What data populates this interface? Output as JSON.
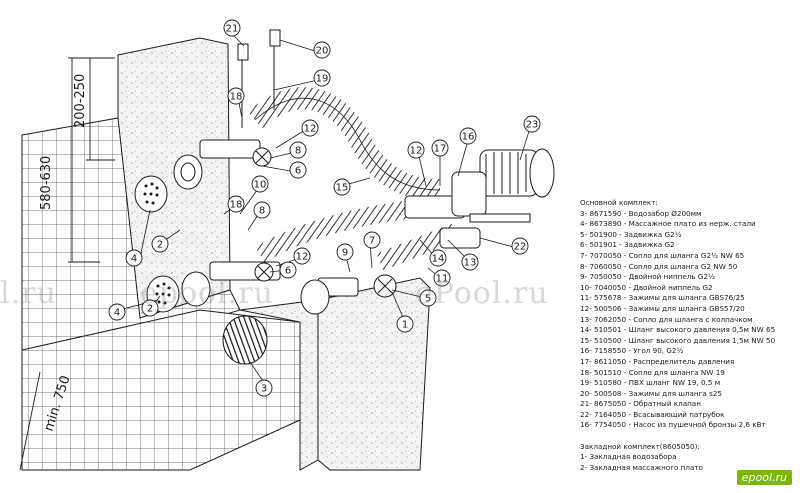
{
  "diagram": {
    "dimensions": {
      "height_total": "580-630",
      "height_upper": "200-250",
      "min_width": "min. 750"
    },
    "callouts": [
      "21",
      "20",
      "19",
      "18",
      "12",
      "8",
      "6",
      "16",
      "23",
      "12",
      "17",
      "15",
      "18",
      "8",
      "10",
      "22",
      "13",
      "12",
      "9",
      "7",
      "6",
      "14",
      "11",
      "1",
      "5",
      "2",
      "4",
      "2",
      "3",
      "4"
    ],
    "colors": {
      "line": "#1a1a1a",
      "hatch": "#555555",
      "wall": "#f2f2f2",
      "watermark_brand": "#7ab800"
    }
  },
  "legend": {
    "title": "Основной комплект:",
    "items": [
      "3- 8671590 - Водозабор Ø200мм",
      "4- 8673890 - Массажное плато из нерж. стали",
      "5- 501900 - Задвижка G2½",
      "6- 501901 - Задвижка G2",
      "7- 7070050 - Сопло для шланга G2½ NW 65",
      "8- 7060050 - Сопло для шланга G2 NW 50",
      "9- 7050050 - Двойной ниппель G2½",
      "10- 7040050 - Двойной ниппель G2",
      "11- 575678 - Зажимы для шланга GBS76/25",
      "12- 500506 - Зажимы для шланга GBS57/20",
      "13- 7062050 - Сопло для шланга с колпачком",
      "14- 510501 - Шланг высокого давления 0,5м NW 65",
      "15- 510500 - Шланг высокого давления 1,5м NW 50",
      "16- 7158550 - Угол 90, G2½",
      "17- 8611050 - Распределитель давления",
      "18- 501510 - Сопло для шланга NW 19",
      "19- 510580 - ПВХ шланг NW 19, 0.5 м",
      "20- 500508 - Зажимы для шланга s25",
      "21- 8675050 - Обратный клапан",
      "22- 7164050 - Всасывающий патрубок",
      "16- 7754050 - Насос из пушечной бронзы 2,6 кВт"
    ],
    "embedded_title": "Закладной комплект(8605050):",
    "embedded_items": [
      "1- Закладная водозабора",
      "2- Закладная массажного плато"
    ]
  },
  "watermarks": {
    "left": "l.ru",
    "mid": "epool.ru",
    "right": "ePool.ru",
    "logo": "epool.ru"
  }
}
